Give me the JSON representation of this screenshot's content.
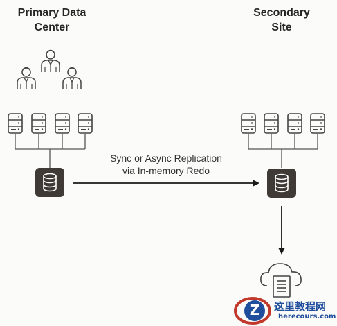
{
  "diagram": {
    "primary_title": "Primary Data\nCenter",
    "secondary_title": "Secondary\nSite",
    "replication_label": "Sync or Async Replication\nvia In-memory Redo"
  },
  "colors": {
    "db_box": "#3f3a36",
    "line": "#555555",
    "arrow": "#1a1a1a",
    "icon_stroke": "#444444"
  },
  "watermark": {
    "logo_letter": "Z",
    "text": "这里教程网",
    "url": "herecours.com"
  }
}
